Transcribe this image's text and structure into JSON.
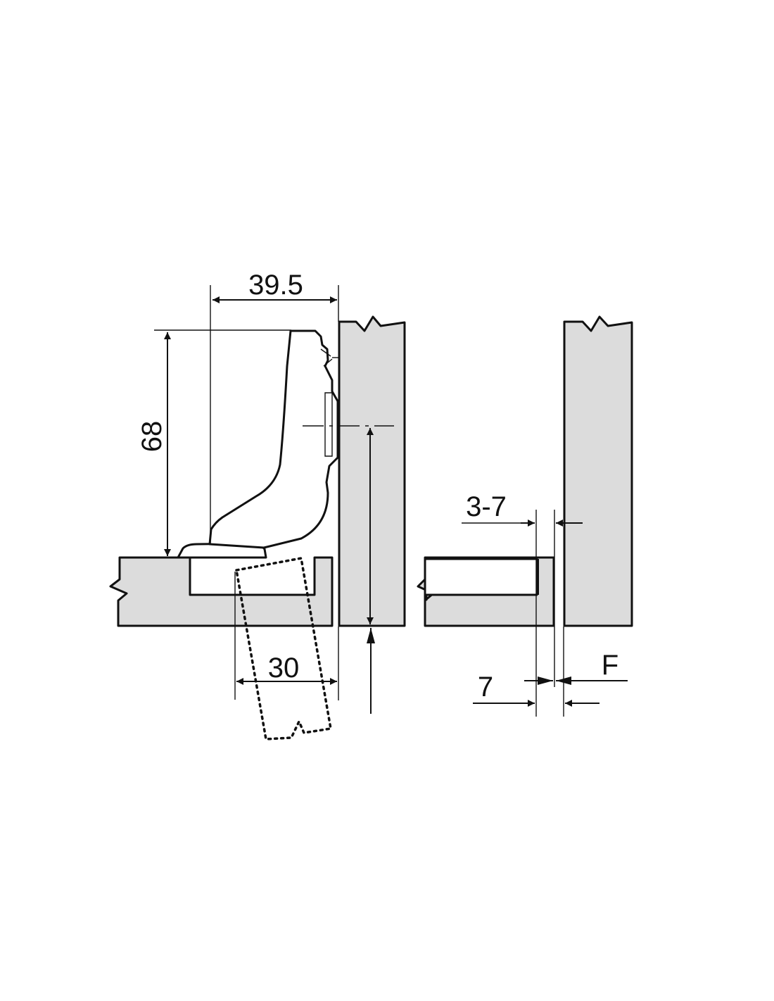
{
  "colors": {
    "panel_fill": "#dcdcdc",
    "line": "#111111",
    "background": "#ffffff"
  },
  "dimensions": {
    "cup_offset": "39.5",
    "hinge_height": "68",
    "cup_diameter": "30",
    "distance_range": "3-7",
    "edge_distance": "7",
    "overlay": "F"
  }
}
